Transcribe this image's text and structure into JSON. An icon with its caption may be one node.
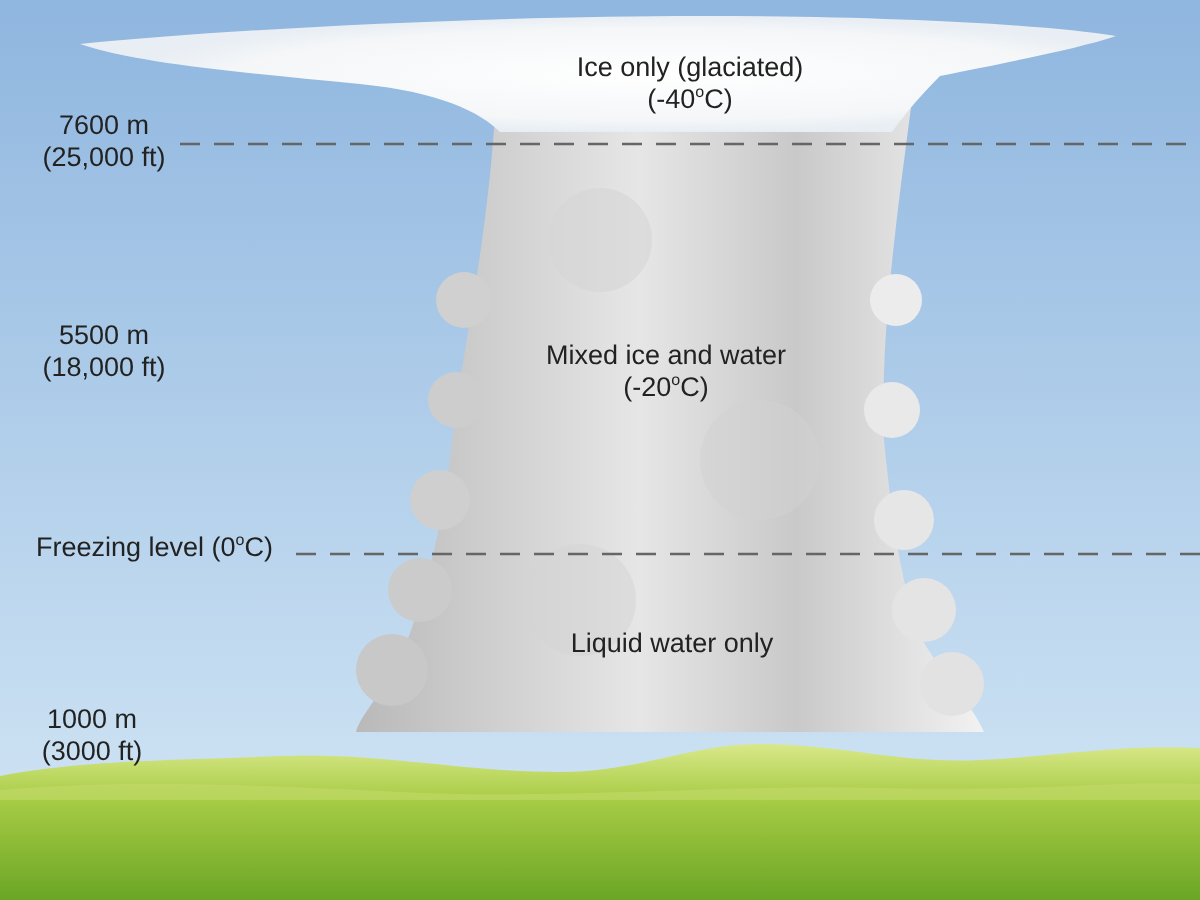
{
  "diagram": {
    "labels": [
      "Ice only (glaciated) (-40$^{o}$C)",
      "7600 m (25,000 ft)",
      "5500 m (18,000 ft)",
      "Mixed ice and water (-20$^{o}$C)",
      "Freezing level (0$^{o}$C)",
      "Liquid water only",
      "1000 m (3000 ft)"
    ]
  }
}
